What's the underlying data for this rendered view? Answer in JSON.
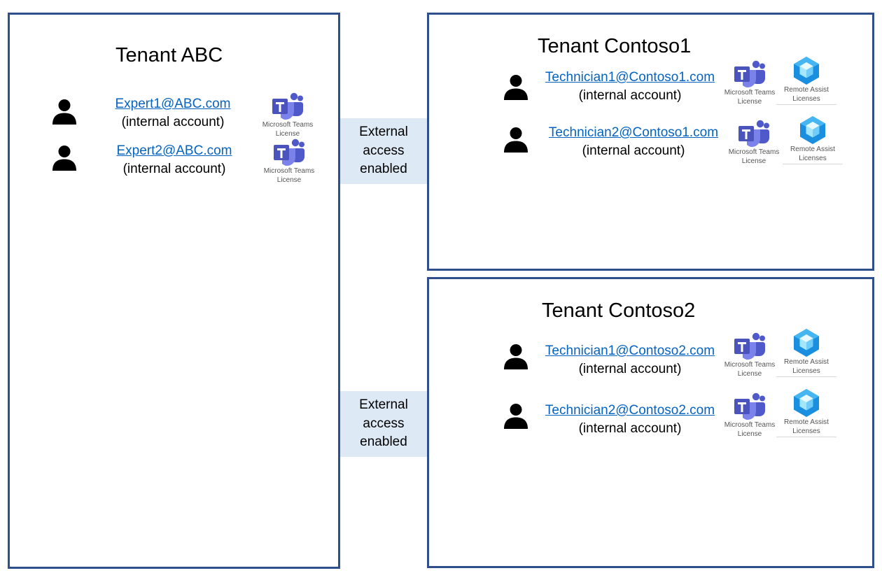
{
  "tenants": {
    "abc": {
      "title": "Tenant ABC",
      "users": [
        {
          "email": "Expert1@ABC.com",
          "type": "(internal account)",
          "license": "Microsoft Teams License"
        },
        {
          "email": "Expert2@ABC.com",
          "type": "(internal account)",
          "license": "Microsoft Teams License"
        }
      ]
    },
    "contoso1": {
      "title": "Tenant Contoso1",
      "users": [
        {
          "email": "Technician1@Contoso1.com",
          "type": "(internal account)",
          "teams_license": "Microsoft Teams License",
          "ra_license": "Remote Assist Licenses"
        },
        {
          "email": "Technician2@Contoso1.com",
          "type": "(internal account)",
          "teams_license": "Microsoft Teams License",
          "ra_license": "Remote Assist Licenses"
        }
      ]
    },
    "contoso2": {
      "title": "Tenant Contoso2",
      "users": [
        {
          "email": "Technician1@Contoso2.com",
          "type": "(internal account)",
          "teams_license": "Microsoft Teams License",
          "ra_license": "Remote Assist Licenses"
        },
        {
          "email": "Technician2@Contoso2.com",
          "type": "(internal account)",
          "teams_license": "Microsoft Teams License",
          "ra_license": "Remote Assist Licenses"
        }
      ]
    }
  },
  "connectors": [
    {
      "lines": [
        "External",
        "access",
        "enabled"
      ]
    },
    {
      "lines": [
        "External",
        "access",
        "enabled"
      ]
    }
  ],
  "icons": {
    "person": "person-icon",
    "teams": "microsoft-teams-icon",
    "remote_assist": "remote-assist-icon"
  },
  "colors": {
    "border": "#2f4e8c",
    "link": "#0563c1",
    "connector_fill": "#dde9f5",
    "teams_purple": "#5059c9",
    "remote_assist_blue": "#1a8fe0"
  }
}
